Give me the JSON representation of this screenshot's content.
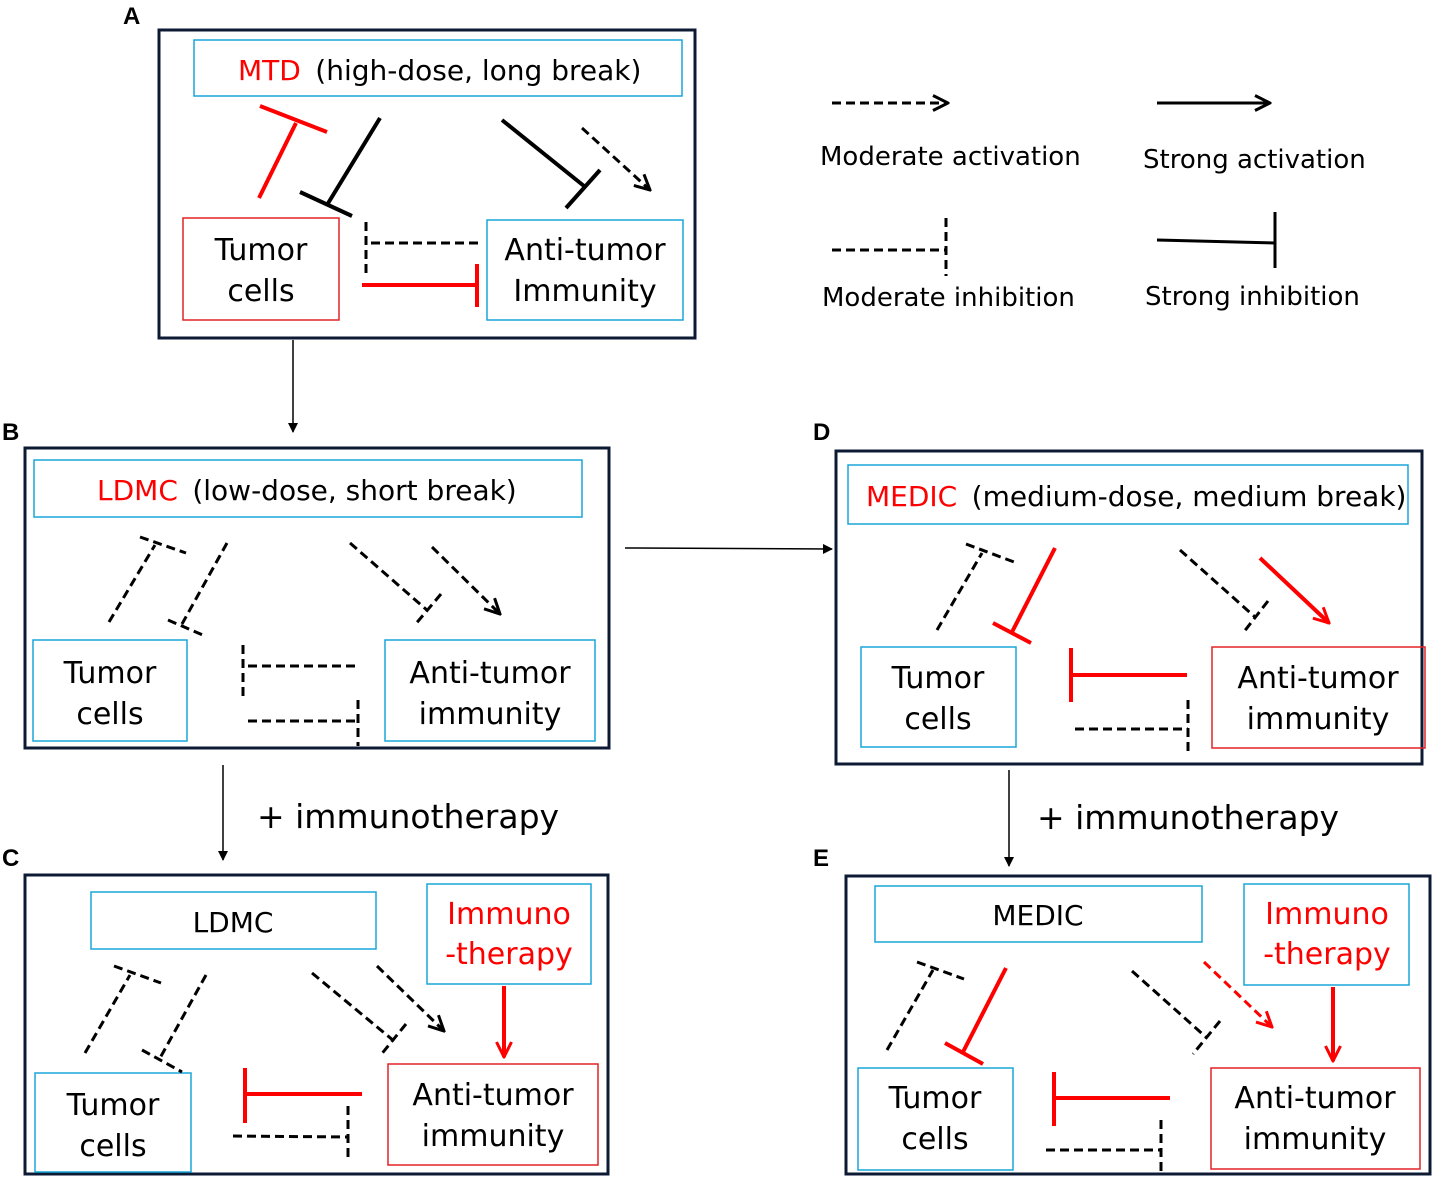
{
  "colors": {
    "red": "#ff0000",
    "blue_box": "#19a5d8",
    "dark_frame": "#0c1a33",
    "black": "#000000"
  },
  "legend": {
    "moderate_activation": "Moderate  activation",
    "strong_activation": "Strong activation",
    "moderate_inhibition": "Moderate  inhibition",
    "strong_inhibition": "Strong inhibition"
  },
  "panels": {
    "A": {
      "letter": "A",
      "regimen": "MTD",
      "description": "(high-dose, long break)",
      "tumor_line1": "Tumor",
      "tumor_line2": "cells",
      "immunity_line1": "Anti-tumor",
      "immunity_line2": "Immunity"
    },
    "B": {
      "letter": "B",
      "regimen": "LDMC",
      "description": "(low-dose, short break)",
      "tumor_line1": "Tumor",
      "tumor_line2": "cells",
      "immunity_line1": "Anti-tumor",
      "immunity_line2": "immunity"
    },
    "C": {
      "letter": "C",
      "regimen": "LDMC",
      "therapy_line1": "Immuno",
      "therapy_line2": "-therapy",
      "tumor_line1": "Tumor",
      "tumor_line2": "cells",
      "immunity_line1": "Anti-tumor",
      "immunity_line2": "immunity"
    },
    "D": {
      "letter": "D",
      "regimen": "MEDIC",
      "description": "(medium-dose, medium break)",
      "tumor_line1": "Tumor",
      "tumor_line2": "cells",
      "immunity_line1": "Anti-tumor",
      "immunity_line2": "immunity"
    },
    "E": {
      "letter": "E",
      "regimen": "MEDIC",
      "therapy_line1": "Immuno",
      "therapy_line2": "-therapy",
      "tumor_line1": "Tumor",
      "tumor_line2": "cells",
      "immunity_line1": "Anti-tumor",
      "immunity_line2": "immunity"
    }
  },
  "transitions": {
    "plus_immunotherapy_left": "+ immunotherapy",
    "plus_immunotherapy_right": "+ immunotherapy"
  }
}
